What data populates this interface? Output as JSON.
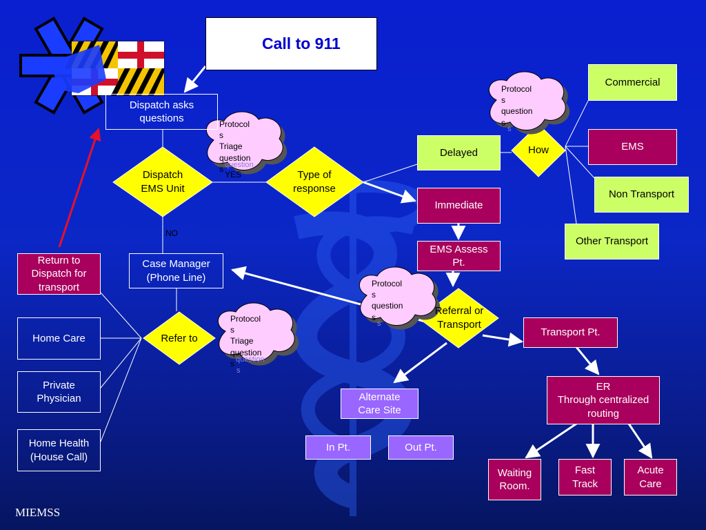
{
  "header": {
    "call_911": "Call to 911"
  },
  "nodes": {
    "dispatch_asks": "Dispatch asks\nquestions",
    "dispatch_ems": "Dispatch\nEMS Unit",
    "type_of_response": "Type of\nresponse",
    "delayed": "Delayed",
    "how": "How",
    "commercial": "Commercial",
    "ems": "EMS",
    "non_transport": "Non Transport",
    "other_transport": "Other Transport",
    "immediate": "Immediate",
    "ems_assess": "EMS Assess\nPt.",
    "referral_transport": "Referral or\nTransport",
    "transport_pt": "Transport Pt.",
    "er": "ER\nThrough centralized\nrouting",
    "waiting_room": "Waiting\nRoom.",
    "fast_track": "Fast\nTrack",
    "acute_care": "Acute\nCare",
    "alternate_care": "Alternate\nCare Site",
    "in_pt": "In Pt.",
    "out_pt": "Out Pt.",
    "case_manager": "Case Manager\n(Phone Line)",
    "refer_to": "Refer to",
    "return_dispatch": "Return to\nDispatch for\ntransport",
    "home_care": "Home Care",
    "private_physician": "Private\nPhysician",
    "home_health": "Home Health\n(House Call)"
  },
  "clouds": {
    "c1": "Protocol\ns\nTriage\nquestion\ns",
    "c1_ghost": "question",
    "c2": "Protocol\ns\nquestion\ns",
    "c3": "Protocol\ns\nquestion\ns",
    "c4": "Protocol\ns\nTriage\nquestion\ns",
    "c4_ghost": "question",
    "c_ghost_s": "s"
  },
  "labels": {
    "yes": "YES",
    "no": "NO"
  },
  "footer": "MIEMSS",
  "colors": {
    "background": "#0b27c6",
    "magenta": "#a8005c",
    "green": "#ccff66",
    "violet": "#9966ff",
    "diamond": "#ffff00",
    "cloud": "#ffccff",
    "arrow_red": "#e8102a"
  },
  "icons": [
    "star-of-life-icon",
    "telephone-icon",
    "caduceus-watermark"
  ]
}
